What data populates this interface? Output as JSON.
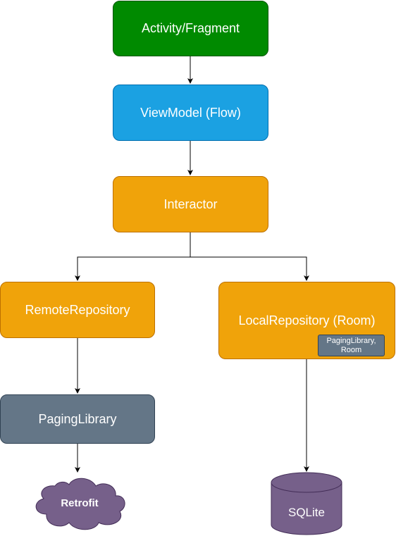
{
  "nodes": {
    "activity": "Activity/Fragment",
    "viewmodel": "ViewModel (Flow)",
    "interactor": "Interactor",
    "remote_repository": "RemoteRepository",
    "local_repository": "LocalRepository (Room)",
    "local_badge": "PagingLibrary,\nRoom",
    "paging_library": "PagingLibrary",
    "retrofit": "Retrofit",
    "sqlite": "SQLite"
  },
  "colors": {
    "green": "#008a00",
    "blue": "#1ba1e2",
    "orange": "#f0a30a",
    "slate": "#647687",
    "purple": "#76608a"
  }
}
